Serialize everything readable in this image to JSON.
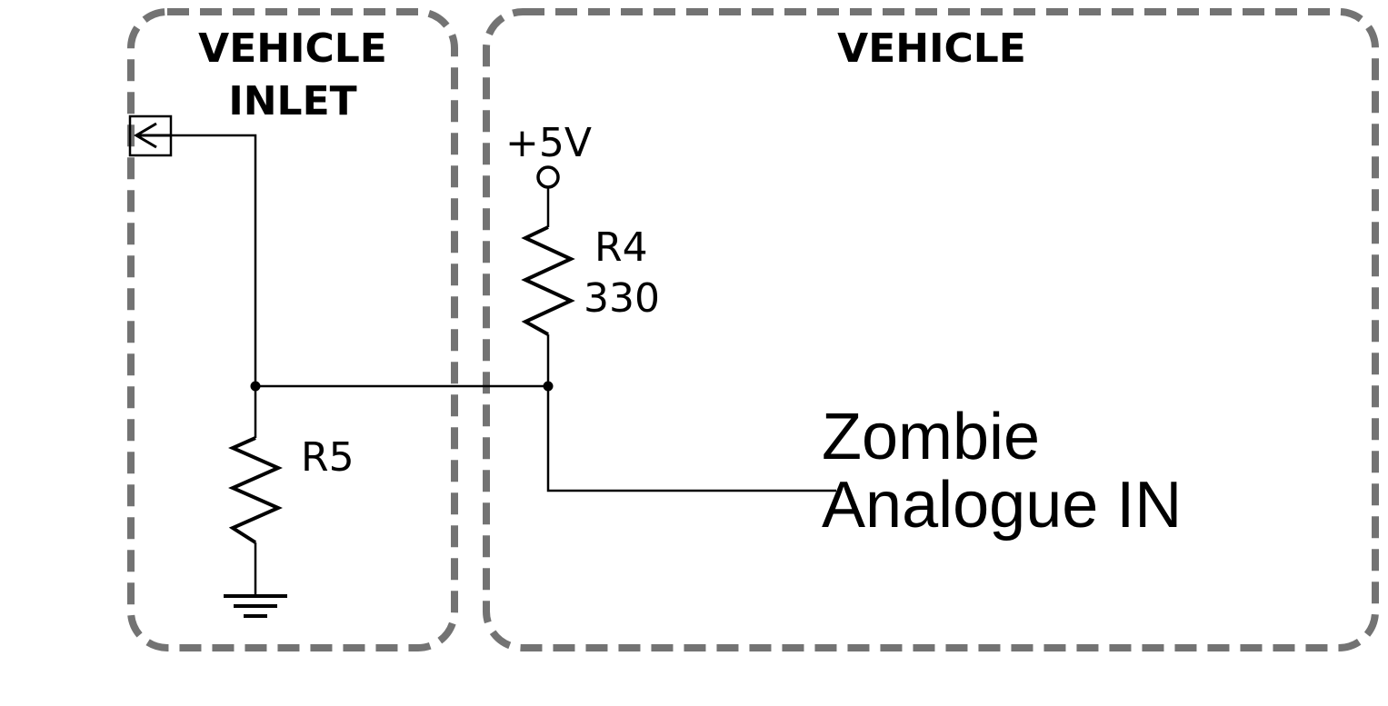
{
  "regions": {
    "vehicle_inlet": {
      "title_line1": "VEHICLE",
      "title_line2": "INLET"
    },
    "vehicle": {
      "title": "VEHICLE"
    }
  },
  "components": {
    "supply": {
      "label": "+5V"
    },
    "r4": {
      "name": "R4",
      "value": "330"
    },
    "r5": {
      "name": "R5"
    },
    "ground": {
      "icon": "ground-icon"
    },
    "connector": {
      "icon": "connector-arrow-icon"
    }
  },
  "signal": {
    "line1": "Zombie",
    "line2": "Analogue IN"
  },
  "colors": {
    "region_border": "#737373",
    "wire": "#000000"
  }
}
